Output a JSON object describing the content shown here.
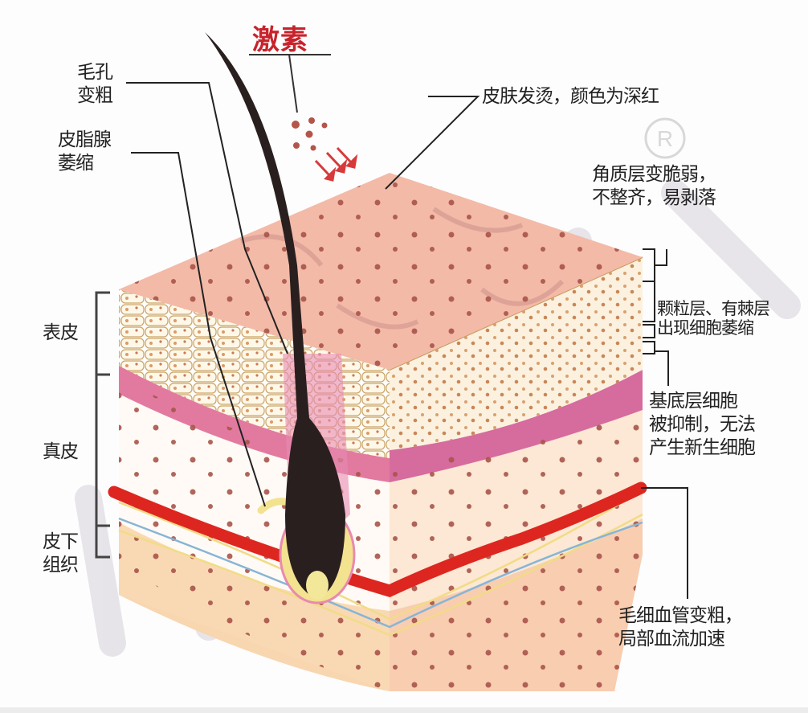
{
  "diagram": {
    "title": "激素",
    "colors": {
      "title": "#c8232c",
      "stratum_corneum_top": "#f2b9a6",
      "epidermis": "#fbf0dc",
      "basal_pink": "#e27aa0",
      "dermis": "#fdf1e6",
      "subcutaneous": "#f8d6b2",
      "blood_vessel": "#e0231e",
      "hair": "#2a1f1f",
      "leader_lines": "#333333",
      "watermark": "#d9d3dc"
    },
    "left_brackets": [
      {
        "label": "表皮"
      },
      {
        "label": "真皮"
      },
      {
        "label": "皮下\n组织",
        "lines": [
          "皮下",
          "组织"
        ]
      }
    ],
    "left_callouts": [
      {
        "lines": [
          "毛孔",
          "变粗"
        ]
      },
      {
        "lines": [
          "皮脂腺",
          "萎缩"
        ]
      }
    ],
    "right_callouts": [
      {
        "lines": [
          "皮肤发烫，颜色为深红"
        ]
      },
      {
        "lines": [
          "角质层变脆弱，",
          "不整齐，易剥落"
        ]
      },
      {
        "lines": [
          "颗粒层、有棘层",
          "出现细胞萎缩"
        ]
      },
      {
        "lines": [
          "基底层细胞",
          "被抑制，无法",
          "产生新生细胞"
        ]
      },
      {
        "lines": [
          "毛细血管变粗，",
          "局部血流加速"
        ]
      }
    ],
    "watermark_mark": "®"
  }
}
